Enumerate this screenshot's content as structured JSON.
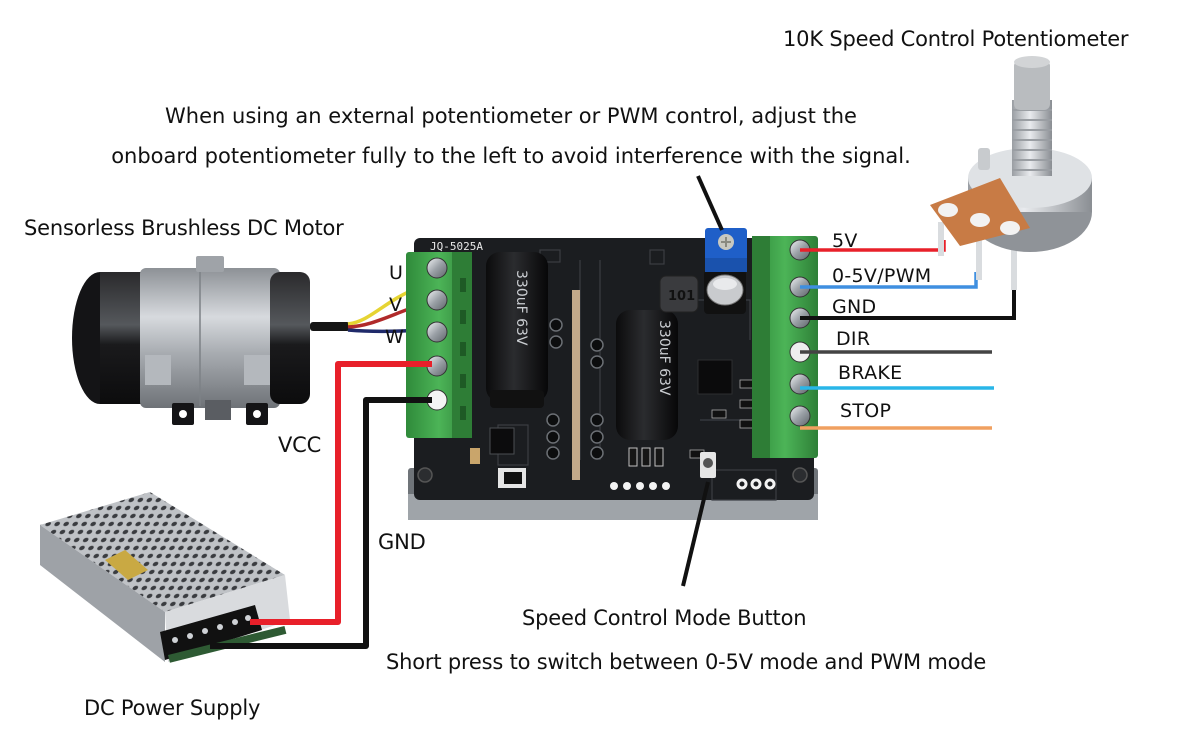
{
  "labels": {
    "potentiometer_title": "10K Speed Control Potentiometer",
    "note_line1": "When using an external potentiometer or PWM control, adjust the",
    "note_line2": "onboard potentiometer fully to the left to avoid interference with the signal.",
    "motor_title": "Sensorless Brushless DC Motor",
    "power_supply_title": "DC Power Supply",
    "vcc": "VCC",
    "gnd": "GND",
    "mode_button_title": "Speed Control Mode Button",
    "mode_button_desc": "Short press to switch between 0-5V mode and PWM mode"
  },
  "motor_phases": [
    "U",
    "V",
    "W"
  ],
  "control_pins": [
    {
      "label": "5V",
      "wire_color": "#e8202a"
    },
    {
      "label": "0-5V/PWM",
      "wire_color": "#3f8fe0"
    },
    {
      "label": "GND",
      "wire_color": "#111111"
    },
    {
      "label": "DIR",
      "wire_color": "#444444"
    },
    {
      "label": "BRAKE",
      "wire_color": "#29b6e8"
    },
    {
      "label": "STOP",
      "wire_color": "#f0a060"
    }
  ],
  "board": {
    "model": "JQ-5025A",
    "capacitor_marking_1": "330uF 63V",
    "capacitor_marking_2": "330uF 63V",
    "inductor_marking": "101"
  },
  "colors": {
    "terminal_green": "#3fa34a",
    "pcb_black": "#1b1d20",
    "trimmer_blue": "#1f5fc8",
    "power_red": "#e8202a",
    "ground_black": "#111111"
  }
}
